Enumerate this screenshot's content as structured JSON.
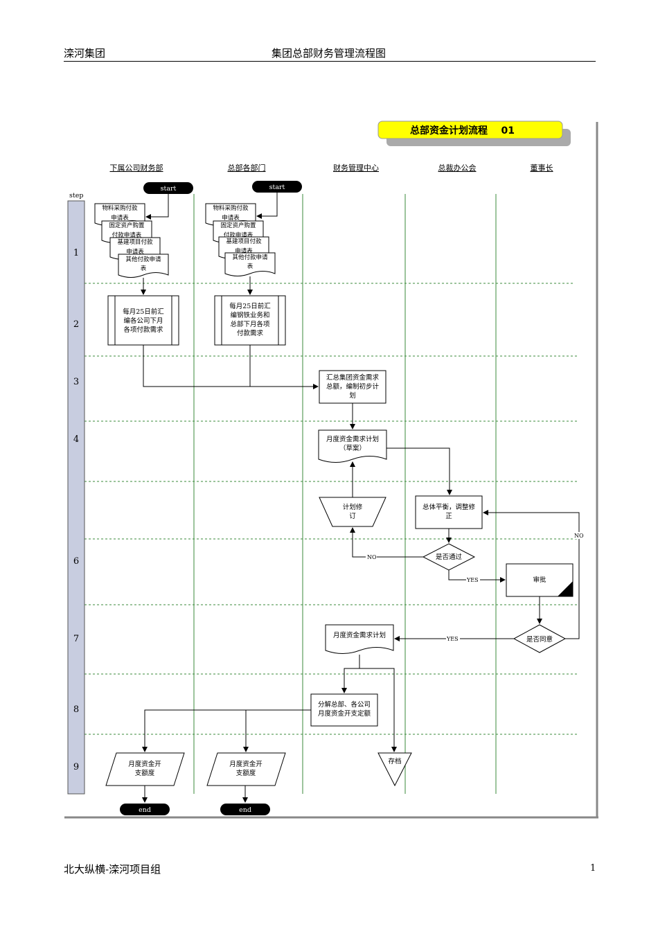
{
  "header": {
    "left": "滦河集团",
    "center": "集团总部财务管理流程图"
  },
  "footer": {
    "left": "北大纵横-滦河项目组",
    "page": "1"
  },
  "diagram": {
    "title": "总部资金计划流程    01",
    "step_label": "step",
    "lanes": [
      "下属公司财务部",
      "总部各部门",
      "财务管理中心",
      "总裁办公会",
      "董事长"
    ],
    "steps": [
      "1",
      "2",
      "3",
      "4",
      "6",
      "7",
      "8",
      "9"
    ],
    "start": "start",
    "end": "end",
    "docs_sub": [
      "物料采购付款",
      "申请表",
      "固定资产购置",
      "付款申请表",
      "基建项目付款",
      "申请表",
      "其他付款申请",
      "表"
    ],
    "docs_hq": [
      "物料采购付款",
      "申请表",
      "固定资产购置",
      "付款申请表",
      "基建项目付款",
      "申请表",
      "其他付款申请",
      "表"
    ],
    "proc_sub": [
      "每月25日前汇",
      "编各公司下月",
      "各项付款需求"
    ],
    "proc_hq": [
      "每月25日前汇",
      "编钢铁业务和",
      "总部下月各项",
      "付款需求"
    ],
    "summary": [
      "汇总集团资金需求",
      "总额，编制初步计",
      "划"
    ],
    "draft": [
      "月度资金需求计划",
      "（草案）"
    ],
    "revise": [
      "计划修",
      "订"
    ],
    "balance": [
      "总体平衡，调整修",
      "正"
    ],
    "pass_q": "是否通过",
    "approve": "审批",
    "agree_q": "是否同意",
    "final_plan": "月度资金需求计划",
    "decompose": [
      "分解总部、各公司",
      "月度资金开支定额"
    ],
    "quota": [
      "月度资金开",
      "支额度"
    ],
    "archive": "存档",
    "no": "NO",
    "yes": "YES"
  }
}
